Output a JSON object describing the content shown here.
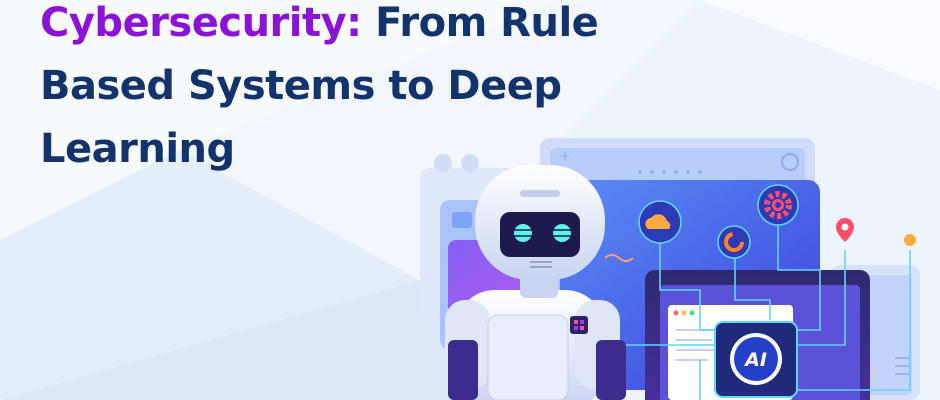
{
  "headline": {
    "highlight": "Cybersecurity:",
    "rest": " From Rule Based Systems to Deep Learning"
  },
  "colors": {
    "highlight": "#8d12d8",
    "title": "#12336b",
    "background": "#eef4fc",
    "accent_blue": "#4f6df5",
    "accent_purple": "#9b3df2"
  },
  "illustration": {
    "chip_label": "AI",
    "icons": [
      "robot-icon",
      "cloud-icon",
      "gear-icon",
      "location-pin-icon",
      "donut-chart-icon",
      "ai-chip-icon"
    ]
  }
}
